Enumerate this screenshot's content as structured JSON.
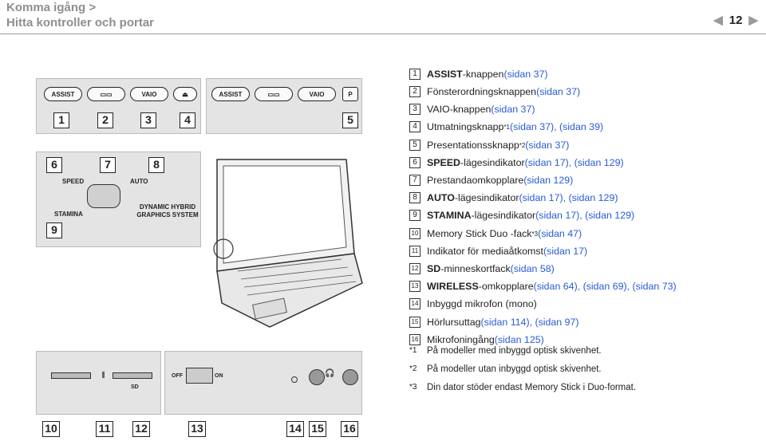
{
  "header": {
    "section": "Komma igång >",
    "title": "Hitta kontroller och portar",
    "page_number": "12"
  },
  "button_labels": {
    "assist": "ASSIST",
    "vaio": "VAIO",
    "speed": "SPEED",
    "auto": "AUTO",
    "stamina": "STAMINA",
    "hybrid": "DYNAMIC HYBRID GRAPHICS SYSTEM",
    "off": "OFF",
    "on": "ON",
    "sd": "SD"
  },
  "callout_numbers": [
    "1",
    "2",
    "3",
    "4",
    "5",
    "6",
    "7",
    "8",
    "9",
    "10",
    "11",
    "12",
    "13",
    "14",
    "15",
    "16"
  ],
  "items": [
    {
      "num": "1",
      "kw": "ASSIST",
      "text": "-knappen",
      "ref": " (sidan 37)"
    },
    {
      "num": "2",
      "kw": "",
      "text": "Fönsterordningsknappen",
      "ref": " (sidan 37)"
    },
    {
      "num": "3",
      "kw": "",
      "text": "VAIO-knappen",
      "ref": " (sidan 37)"
    },
    {
      "num": "4",
      "kw": "",
      "text": "Utmatningsknapp",
      "sup": "*1",
      "ref": " (sidan 37), (sidan 39)"
    },
    {
      "num": "5",
      "kw": "",
      "text": "Presentationssknapp",
      "sup": "*2",
      "ref": " (sidan 37)"
    },
    {
      "num": "6",
      "kw": "SPEED",
      "text": "-lägesindikator",
      "ref": " (sidan 17), (sidan 129)"
    },
    {
      "num": "7",
      "kw": "",
      "text": "Prestandaomkopplare",
      "ref": " (sidan 129)"
    },
    {
      "num": "8",
      "kw": "AUTO",
      "text": "-lägesindikator",
      "ref": " (sidan 17), (sidan 129)"
    },
    {
      "num": "9",
      "kw": "STAMINA",
      "text": "-lägesindikator",
      "ref": " (sidan 17), (sidan 129)"
    },
    {
      "num": "10",
      "kw": "",
      "text": " Memory Stick Duo -fack",
      "sup": "*3",
      "ref": " (sidan 47)"
    },
    {
      "num": "11",
      "kw": "",
      "text": "Indikator för mediaåtkomst",
      "ref": " (sidan 17)"
    },
    {
      "num": "12",
      "kw": "SD",
      "text": "-minneskortfack",
      "ref": " (sidan 58)"
    },
    {
      "num": "13",
      "kw": "WIRELESS",
      "text": "-omkopplare",
      "ref": " (sidan 64), (sidan 69), (sidan 73)"
    },
    {
      "num": "14",
      "kw": "",
      "text": "Inbyggd mikrofon (mono)",
      "ref": ""
    },
    {
      "num": "15",
      "kw": "",
      "text": "Hörlursuttag",
      "ref": " (sidan 114), (sidan 97)"
    },
    {
      "num": "16",
      "kw": "",
      "text": "Mikrofoningång",
      "ref": " (sidan 125)"
    }
  ],
  "footnotes": [
    {
      "mark": "*1",
      "text": "På modeller med inbyggd optisk skivenhet."
    },
    {
      "mark": "*2",
      "text": "På modeller utan inbyggd optisk skivenhet."
    },
    {
      "mark": "*3",
      "text": "Din dator stöder endast Memory Stick i Duo-format."
    }
  ]
}
